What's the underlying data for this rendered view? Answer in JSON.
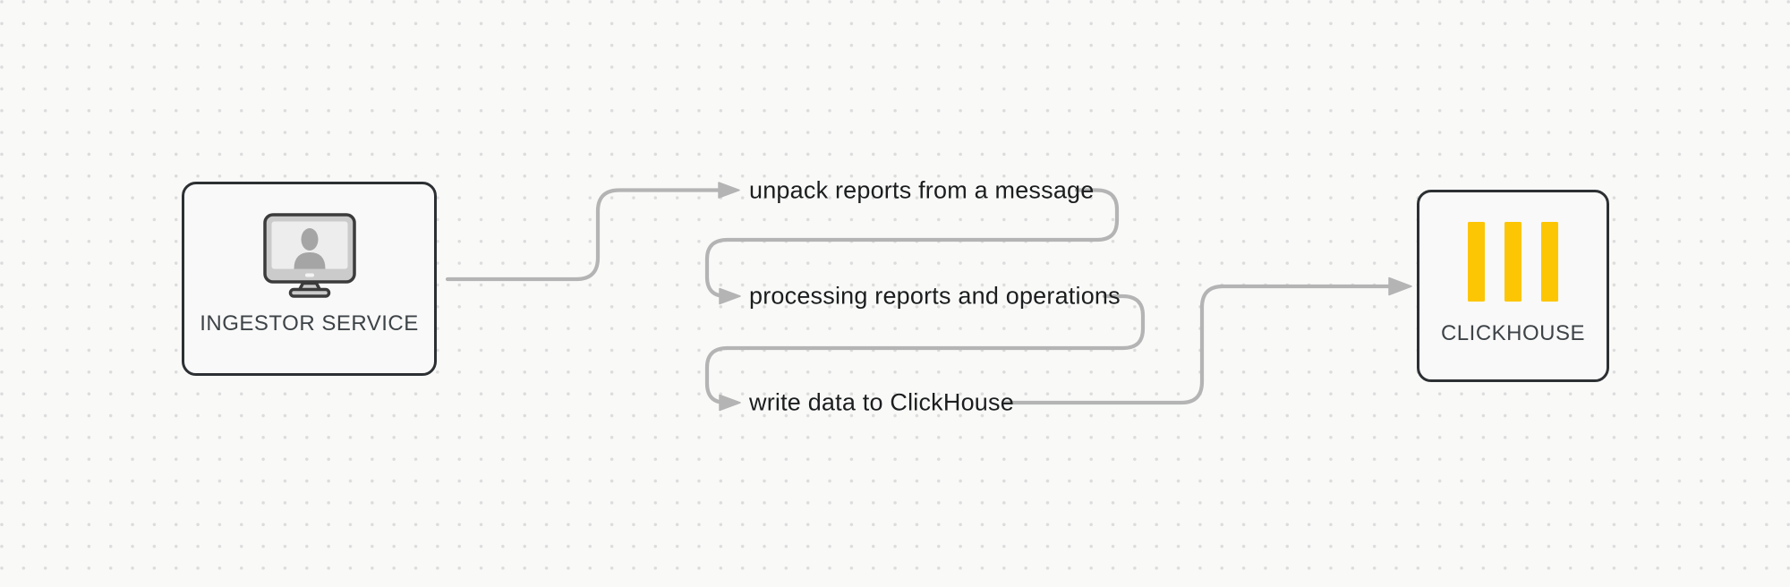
{
  "diagram": {
    "source_node": {
      "label": "INGESTOR SERVICE",
      "icon": "monitor-user-icon"
    },
    "target_node": {
      "label": "CLICKHOUSE",
      "icon": "clickhouse-bars-icon"
    },
    "steps": [
      {
        "label": "unpack reports from a message"
      },
      {
        "label": "processing reports and operations"
      },
      {
        "label": "write data to ClickHouse"
      }
    ]
  },
  "palette": {
    "background": "#f9faf8",
    "dot_color": "#dcdcdc",
    "connector_color": "#b4b4b4",
    "node_border": "#2d3033",
    "node_fill": "#f8f9f8",
    "node_label_color": "#3e4348",
    "step_label_color": "#1b1d1e",
    "clickhouse_yellow": "#fdc605"
  }
}
